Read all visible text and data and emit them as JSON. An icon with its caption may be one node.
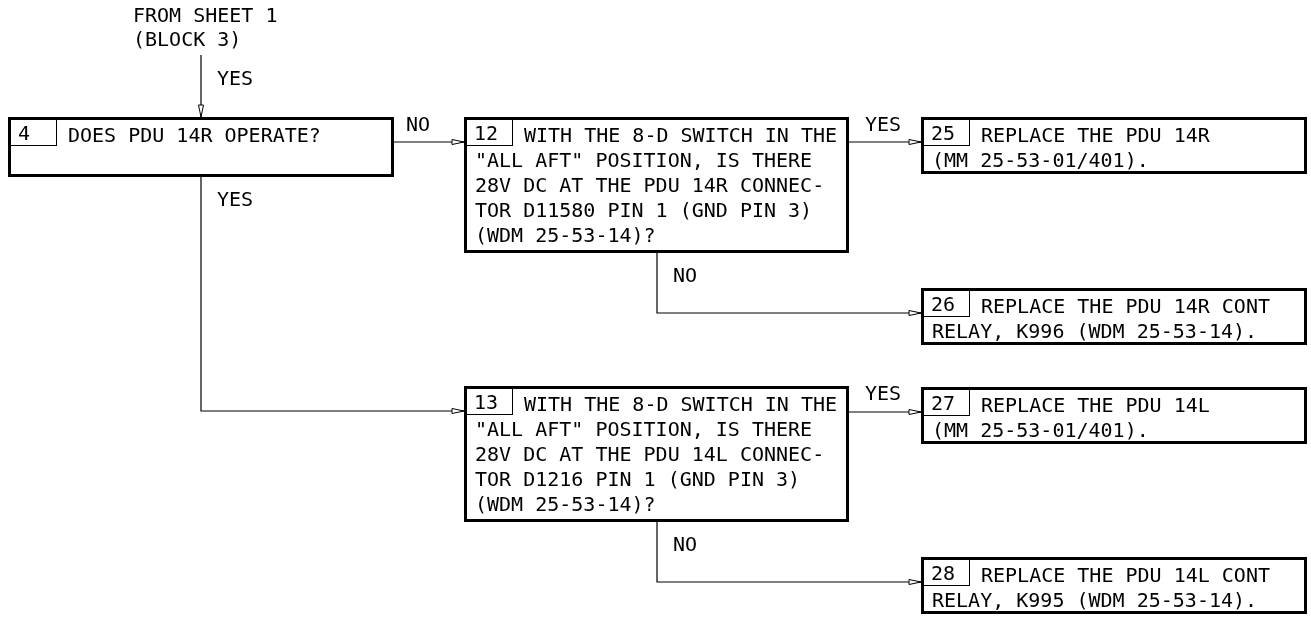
{
  "diagram": {
    "nodes": [
      {
        "text": [
          "FROM SHEET 1 (BLOCK 3)"
        ]
      },
      {
        "text": [
          "4",
          "DOES PDU 14R OPERATE?"
        ]
      },
      {
        "text": [
          "12",
          "WITH THE 8-D SWITCH IN THE \"ALL AFT\" POSITION, IS THERE 28V DC AT THE PDU 14R CONNEC- TOR D11580 PIN 1 (GND PIN 3) (WDM 25-53-14)?"
        ]
      },
      {
        "text": [
          "25",
          "REPLACE THE PDU 14R (MM 25-53-01/401)."
        ]
      },
      {
        "text": [
          "26",
          "REPLACE THE PDU 14R CONT RELAY, K996 (WDM 25-53-14)."
        ]
      },
      {
        "text": [
          "13",
          "WITH THE 8-D SWITCH IN THE \"ALL AFT\" POSITION, IS THERE 28V DC AT THE PDU 14L CONNEC- TOR D1216 PIN 1 (GND PIN 3) (WDM 25-53-14)?"
        ]
      },
      {
        "text": [
          "27",
          "REPLACE THE PDU 14L (MM 25-53-01/401)."
        ]
      },
      {
        "text": [
          "28",
          "REPLACE THE PDU 14L CONT RELAY, K995 (WDM 25-53-14)."
        ]
      }
    ],
    "edges": [
      {
        "from": 0,
        "to": 1,
        "arrow": "to",
        "label": "YES"
      },
      {
        "from": 1,
        "to": 2,
        "arrow": "to",
        "label": "NO"
      },
      {
        "from": 2,
        "to": 3,
        "arrow": "to",
        "label": "YES"
      },
      {
        "from": 2,
        "to": 4,
        "arrow": "to",
        "label": "NO"
      },
      {
        "from": 1,
        "to": 5,
        "arrow": "to",
        "label": "YES"
      },
      {
        "from": 5,
        "to": 6,
        "arrow": "to",
        "label": "YES"
      },
      {
        "from": 5,
        "to": 7,
        "arrow": "to",
        "label": "NO"
      }
    ]
  }
}
